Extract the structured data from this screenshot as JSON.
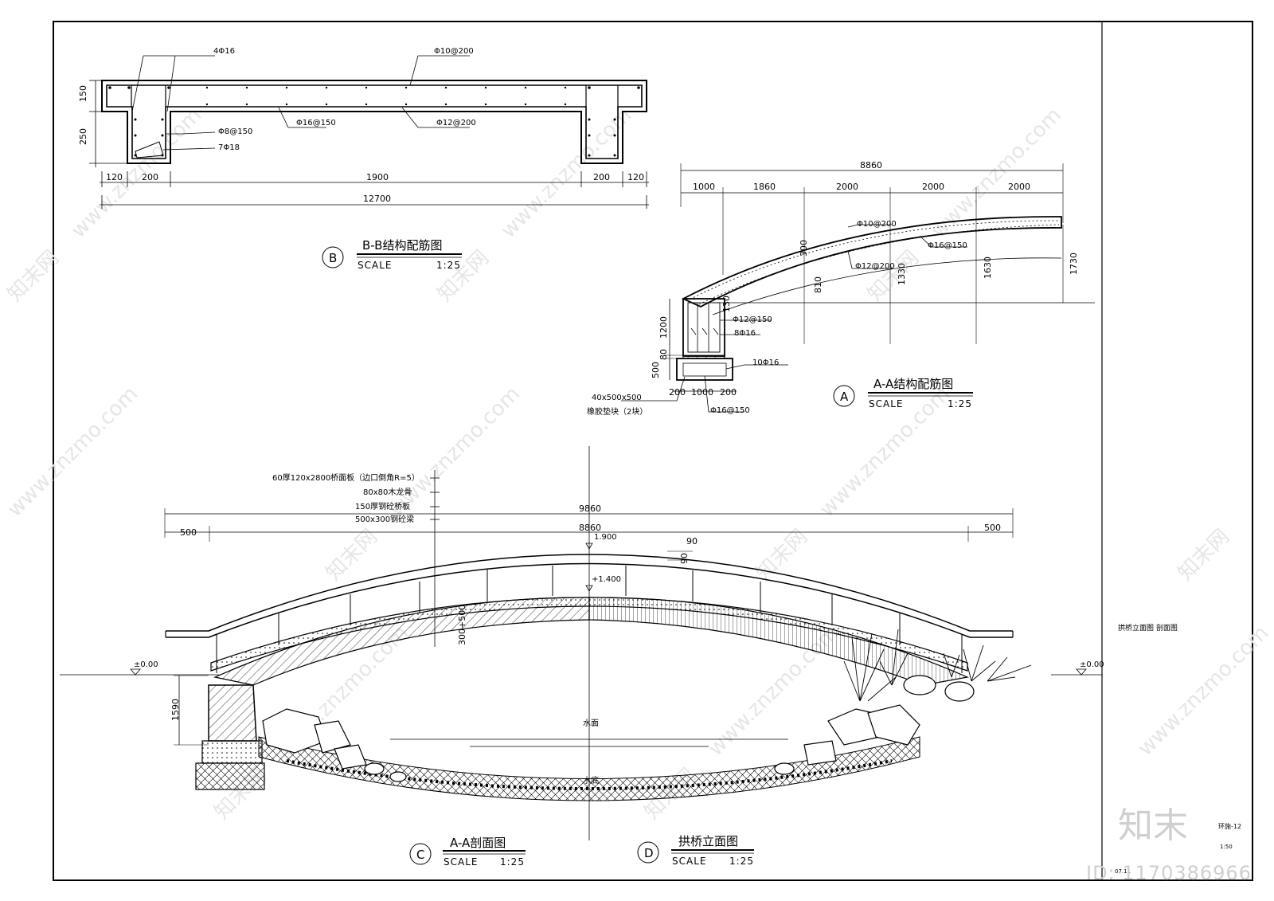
{
  "drawing_title": "拱桥立面图 剖面图",
  "sheet_no": "环施-12",
  "sheet_scale": "1:50",
  "sheet_date": "07.11",
  "views": {
    "b": {
      "letter": "B",
      "title": "B-B结构配筋图",
      "scale_label": "SCALE",
      "scale": "1:25"
    },
    "a": {
      "letter": "A",
      "title": "A-A结构配筋图",
      "scale_label": "SCALE",
      "scale": "1:25"
    },
    "c": {
      "letter": "C",
      "title": "A-A剖面图",
      "scale_label": "SCALE",
      "scale": "1:25"
    },
    "d": {
      "letter": "D",
      "title": "拱桥立面图",
      "scale_label": "SCALE",
      "scale": "1:25"
    }
  },
  "bb_section": {
    "rebar_top_left": "4Φ16",
    "rebar_top": "Φ10@200",
    "rebar_mid": "Φ16@150",
    "rebar_right": "Φ12@200",
    "rebar_stirrup": "Φ8@150",
    "rebar_bottom": "7Φ18",
    "dim_h1": "150",
    "dim_h2": "250",
    "dims": [
      "120",
      "200",
      "1900",
      "200",
      "120"
    ],
    "total": "12700"
  },
  "aa_structure": {
    "total": "8860",
    "spans": [
      "1000",
      "1860",
      "2000",
      "2000",
      "2000"
    ],
    "rebar_1": "Φ10@200",
    "rebar_2": "Φ16@150",
    "rebar_3": "Φ12@200",
    "rebar_4": "Φ12@150",
    "rebar_5": "8Φ16",
    "rebar_6": "10Φ16",
    "rebar_7": "Φ16@150",
    "thick": "300",
    "heights": [
      "810",
      "1330",
      "1630",
      "1730"
    ],
    "h_small": "130",
    "h_pier": "1200",
    "h_80": "80",
    "h_500": "500",
    "base_dims": [
      "200",
      "1000",
      "200"
    ],
    "pad_spec": "40x500x500",
    "pad_name": "橡胶垫块（2块）"
  },
  "section_notes": [
    "60厚120x2800桥面板（边口倒角R=5）",
    "80x80木龙骨",
    "150厚钢砼桥板",
    "500x300钢砼梁"
  ],
  "elevation": {
    "total": "9860",
    "span": "8860",
    "side_left": "500",
    "side_right": "500",
    "rail_level": "1.900",
    "deck_level": "+1.400",
    "ground_left": "±0.00",
    "ground_right": "±0.00",
    "post_w": "90",
    "post_h": "90",
    "depth": "1590",
    "slab": "300+500",
    "water_surface": "水面",
    "water_bottom": "水底"
  },
  "watermark": {
    "site": "www.znzmo.com",
    "brand": "知末网",
    "logo": "知末",
    "id": "ID: 1170386966"
  }
}
